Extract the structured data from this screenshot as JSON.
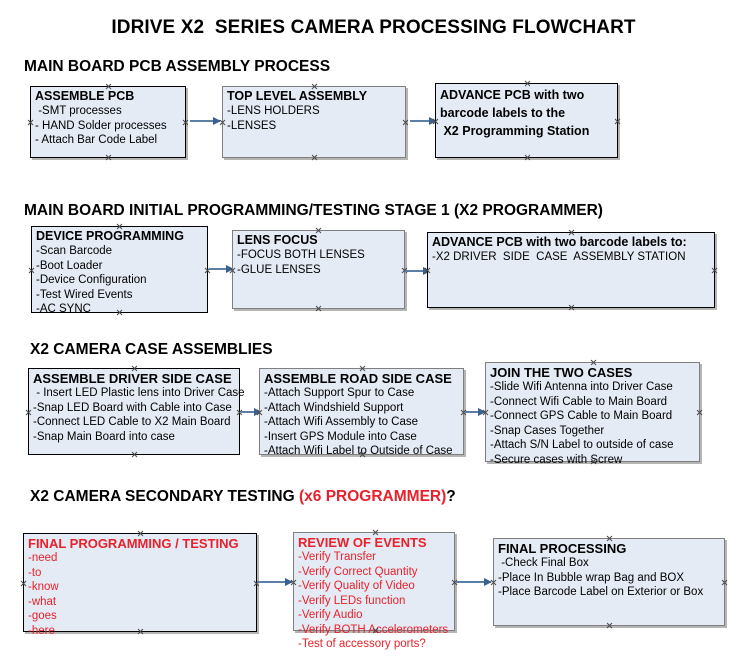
{
  "title": "IDRIVE X2  SERIES CAMERA PROCESSING FLOWCHART",
  "colors": {
    "box_fill": "#e4ebf5",
    "box_border": "#000000",
    "box_border_gray": "#7f7f7f",
    "arrow": "#5b7fa6",
    "red_text": "#e8212a",
    "black_text": "#000000"
  },
  "sections": [
    {
      "heading": "MAIN BOARD PCB ASSEMBLY PROCESS",
      "heading_red": "",
      "heading_tail": "",
      "boxes": [
        {
          "title": "ASSEMBLE PCB",
          "items": [
            " -SMT processes",
            "- HAND Solder processes",
            "- Attach Bar Code Label"
          ]
        },
        {
          "title": "TOP LEVEL ASSEMBLY",
          "items": [
            "-LENS HOLDERS",
            "-LENSES"
          ]
        },
        {
          "title": "ADVANCE PCB with two\nbarcode labels to the\n X2 Programming Station",
          "items": []
        }
      ]
    },
    {
      "heading": "MAIN BOARD INITIAL PROGRAMMING/TESTING STAGE 1 (X2 PROGRAMMER)",
      "heading_red": "",
      "heading_tail": "",
      "boxes": [
        {
          "title": "DEVICE PROGRAMMING",
          "items": [
            "-Scan Barcode",
            "-Boot Loader",
            "-Device Configuration",
            "-Test Wired Events",
            "-AC SYNC"
          ]
        },
        {
          "title": "LENS FOCUS",
          "items": [
            "-FOCUS BOTH LENSES",
            "-GLUE LENSES"
          ]
        },
        {
          "title": "ADVANCE PCB with two barcode labels to:",
          "items": [
            "-X2 DRIVER  SIDE  CASE  ASSEMBLY STATION"
          ]
        }
      ]
    },
    {
      "heading": "X2 CAMERA CASE ASSEMBLIES",
      "heading_red": "",
      "heading_tail": "",
      "boxes": [
        {
          "title": "ASSEMBLE DRIVER SIDE CASE",
          "items": [
            " - Insert LED Plastic lens into Driver Case",
            "-Snap LED Board with Cable into Case",
            "-Connect LED Cable to X2 Main Board",
            "-Snap Main Board into case"
          ]
        },
        {
          "title": "ASSEMBLE ROAD SIDE CASE",
          "items": [
            "-Attach Support Spur to Case",
            "-Attach Windshield Support",
            "-Attach Wifi Assembly to Case",
            "-Insert GPS Module into Case",
            "-Attach Wifi Label to Outside of Case"
          ]
        },
        {
          "title": "JOIN THE TWO CASES",
          "items": [
            "-Slide Wifi Antenna into Driver Case",
            "-Connect Wifi Cable to Main Board",
            "-Connect GPS Cable to Main Board",
            "-Snap Cases Together",
            "-Attach S/N Label to outside of case",
            "-Secure cases with Screw"
          ]
        }
      ]
    },
    {
      "heading": "X2 CAMERA SECONDARY TESTING ",
      "heading_red": "(x6 PROGRAMMER)",
      "heading_tail": "?",
      "boxes": [
        {
          "title": "FINAL PROGRAMMING / TESTING",
          "items": [
            "-need",
            "-to",
            "-know",
            "-what",
            "-goes",
            "-here"
          ]
        },
        {
          "title": "REVIEW OF EVENTS",
          "items": [
            "-Verify Transfer",
            "-Verify Correct Quantity",
            "-Verify Quality of Video",
            "-Verify LEDs function",
            "-Verify Audio",
            "-Verify BOTH Accelerometers",
            "-Test of accessory ports?"
          ]
        },
        {
          "title": "FINAL PROCESSING",
          "items": [
            " -Check Final Box",
            "-Place In Bubble wrap Bag and BOX",
            "-Place Barcode Label on Exterior or Box"
          ]
        }
      ]
    }
  ]
}
